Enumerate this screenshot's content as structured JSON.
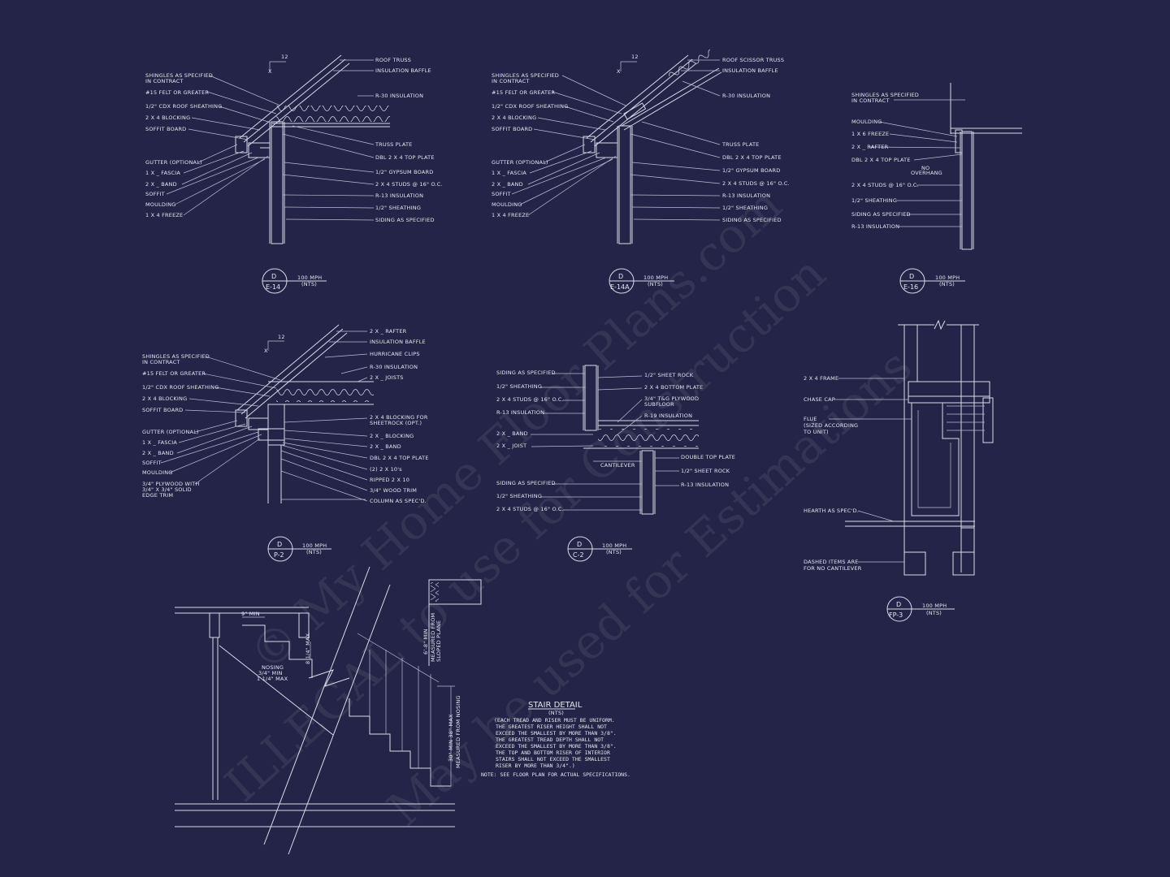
{
  "watermark": {
    "lines": [
      "© My Home Floor Plans.com",
      "ILLEGAL to use for Construction",
      "May be used for Estimations"
    ]
  },
  "details": {
    "e14": {
      "labels_left": [
        "SHINGLES AS SPECIFIED",
        "IN CONTRACT",
        "#15 FELT OR GREATER",
        "1/2\" CDX ROOF SHEATHING",
        "2 X 4 BLOCKING",
        "SOFFIT BOARD",
        "GUTTER (OPTIONAL)",
        "1 X _ FASCIA",
        "2 X _ BAND",
        "SOFFIT",
        "MOULDING",
        "1 X 4 FREEZE"
      ],
      "labels_right": [
        "ROOF TRUSS",
        "INSULATION BAFFLE",
        "R-30 INSULATION",
        "TRUSS PLATE",
        "DBL 2 X 4 TOP PLATE",
        "1/2\" GYPSUM BOARD",
        "2 X 4 STUDS @ 16\" O.C.",
        "R-13 INSULATION",
        "1/2\" SHEATHING",
        "SIDING AS SPECIFIED"
      ],
      "pitch": "12",
      "pitch_x": "X",
      "tag_letter": "D",
      "tag_id": "E-14",
      "wind": "100 MPH",
      "scale": "(NTS)"
    },
    "e14a": {
      "labels_left": [
        "SHINGLES AS SPECIFIED",
        "IN CONTRACT",
        "#15 FELT OR GREATER",
        "1/2\" CDX ROOF SHEATHING",
        "2 X 4 BLOCKING",
        "SOFFIT BOARD",
        "GUTTER (OPTIONAL)",
        "1 X _ FASCIA",
        "2 X _ BAND",
        "SOFFIT",
        "MOULDING",
        "1 X 4 FREEZE"
      ],
      "labels_right": [
        "ROOF SCISSOR TRUSS",
        "INSULATION BAFFLE",
        "R-30 INSULATION",
        "TRUSS PLATE",
        "DBL 2 X 4 TOP PLATE",
        "1/2\" GYPSUM BOARD",
        "2 X 4 STUDS @ 16\" O.C.",
        "R-13 INSULATION",
        "1/2\" SHEATHING",
        "SIDING AS SPECIFIED"
      ],
      "pitch": "12",
      "pitch_x": "X",
      "tag_letter": "D",
      "tag_id": "E-14A",
      "wind": "100 MPH",
      "scale": "(NTS)"
    },
    "e16": {
      "labels": [
        "SHINGLES AS SPECIFIED",
        "IN CONTRACT",
        "MOULDING",
        "1 X 6 FREEZE",
        "2 X _ RAFTER",
        "DBL 2 X 4 TOP PLATE",
        "NO",
        "OVERHANG",
        "2 X 4 STUDS @ 16\" O.C.",
        "1/2\" SHEATHING",
        "SIDING AS SPECIFIED",
        "R-13 INSULATION"
      ],
      "tag_letter": "D",
      "tag_id": "E-16",
      "wind": "100 MPH",
      "scale": "(NTS)"
    },
    "p2": {
      "labels_left": [
        "SHINGLES AS SPECIFIED",
        "IN CONTRACT",
        "#15 FELT OR GREATER",
        "1/2\" CDX ROOF SHEATHING",
        "2 X 4 BLOCKING",
        "SOFFIT BOARD",
        "GUTTER (OPTIONAL)",
        "1 X _ FASCIA",
        "2 X _ BAND",
        "SOFFIT",
        "MOULDING",
        "3/4\" PLYWOOD WITH",
        "3/4\" X 3/4\" SOLID",
        "EDGE TRIM"
      ],
      "labels_right": [
        "2 X _ RAFTER",
        "INSULATION BAFFLE",
        "HURRICANE CLIPS",
        "R-30 INSULATION",
        "2 X _ JOISTS",
        "2 X 4 BLOCKING FOR",
        "SHEETROCK (OPT.)",
        "2 X _ BLOCKING",
        "2 X _ BAND",
        "DBL 2 X 4 TOP PLATE",
        "(2) 2 X 10's",
        "RIPPED 2 X 10",
        "3/4\" WOOD TRIM",
        "COLUMN AS SPEC'D."
      ],
      "pitch": "12",
      "pitch_x": "X",
      "tag_letter": "D",
      "tag_id": "P-2",
      "wind": "100 MPH",
      "scale": "(NTS)"
    },
    "c2": {
      "labels_left": [
        "SIDING AS SPECIFIED",
        "1/2\" SHEATHING",
        "2 X 4 STUDS @ 16\" O.C.",
        "R-13 INSULATION",
        "2 X _ BAND",
        "2 X _ JOIST",
        "SIDING AS SPECIFIED",
        "1/2\" SHEATHING",
        "2 X 4 STUDS @ 16\" O.C."
      ],
      "labels_right": [
        "1/2\" SHEET ROCK",
        "2 X 4 BOTTOM PLATE",
        "3/4\" T&G PLYWOOD",
        "SUBFLOOR",
        "R-19 INSULATION",
        "DOUBLE TOP PLATE",
        "1/2\" SHEET ROCK",
        "R-13 INSULATION"
      ],
      "cantilever": "CANTILEVER",
      "tag_letter": "D",
      "tag_id": "C-2",
      "wind": "100 MPH",
      "scale": "(NTS)"
    },
    "fp3": {
      "labels": [
        "2 X 4 FRAME",
        "CHASE CAP",
        "FLUE",
        "(SIZED ACCORDING",
        "TO UNIT)",
        "HEARTH AS SPEC'D.",
        "DASHED ITEMS ARE",
        "FOR NO CANTILEVER"
      ],
      "tag_letter": "D",
      "tag_id": "FP-3",
      "wind": "100 MPH",
      "scale": "(NTS)"
    },
    "stair": {
      "title": "STAIR DETAIL",
      "scale": "(NTS)",
      "dims": [
        "9\" MIN",
        "8 1/4\" MAX",
        "NOSING",
        "3/4\" MIN",
        "1 1/4\" MAX",
        "6'-8\" MIN",
        "MEASURED FROM",
        "SLOPED PLANE",
        "30\" MIN  38\" MAX",
        "MEASURED FROM NOSING"
      ],
      "note_lines": [
        "(EACH TREAD AND RISER MUST BE UNIFORM.",
        "THE GREATEST RISER HEIGHT SHALL NOT",
        "EXCEED THE SMALLEST BY MORE THAN 3/8\".",
        "THE GREATEST TREAD DEPTH SHALL NOT",
        "EXCEED THE SMALLEST BY MORE THAN 3/8\".",
        "THE TOP AND BOTTOM RISER OF INTERIOR",
        "STAIRS SHALL NOT EXCEED THE SMALLEST",
        "RISER BY MORE THAN 3/4\".)"
      ],
      "footnote": "NOTE: SEE FLOOR PLAN FOR ACTUAL SPECIFICATIONS."
    }
  },
  "colors": {
    "background": "#232447",
    "linework": "#d8dbe8"
  }
}
